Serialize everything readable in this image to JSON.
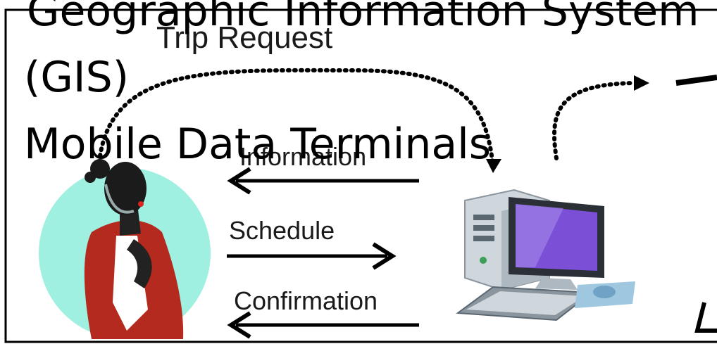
{
  "overlay_text": {
    "line1": "Geographic Information System",
    "line2": "(GIS)",
    "line3": "Mobile Data Terminals"
  },
  "diagram": {
    "trip_request": "Trip Request",
    "information": "Information",
    "schedule": "Schedule",
    "confirmation": "Confirmation"
  },
  "colors": {
    "circle": "#9ff0e0",
    "jacket": "#b52a1e",
    "monitor_screen": "#7b4fd6",
    "computer_body": "#cfd6dc"
  },
  "icons": {
    "person": "woman-with-headset-icon",
    "computer": "desktop-computer-icon"
  }
}
